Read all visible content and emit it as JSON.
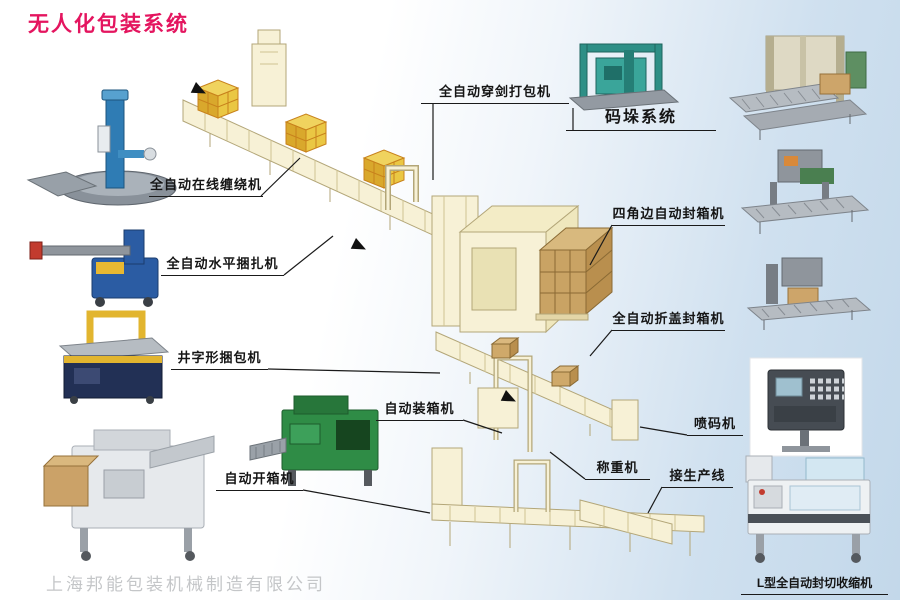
{
  "page": {
    "title": "无人化包装系统",
    "watermark": "上海邦能包装机械制造有限公司"
  },
  "labels": {
    "auto_sword_strapper": "全自动穿剑打包机",
    "palletizing_system": "码垛系统",
    "inline_stretch_wrapper": "全自动在线缠绕机",
    "four_corner_case_sealer": "四角边自动封箱机",
    "horizontal_strapper": "全自动水平捆扎机",
    "flap_fold_case_sealer": "全自动折盖封箱机",
    "cross_strapper": "井字形捆包机",
    "case_packer": "自动装箱机",
    "inkjet_printer": "喷码机",
    "case_erector": "自动开箱机",
    "weighing_machine": "称重机",
    "to_production_line": "接生产线",
    "l_type_shrink_wrapper": "L型全自动封切收缩机"
  },
  "colors": {
    "title": "#e4155f",
    "background_right": "#c3d8ea",
    "line_art_stroke": "#b3a678",
    "line_art_fill": "#f7f1d6",
    "box_yellow": "#eac743",
    "carton_tan": "#c9a364",
    "label_line": "#1a1a1a"
  }
}
